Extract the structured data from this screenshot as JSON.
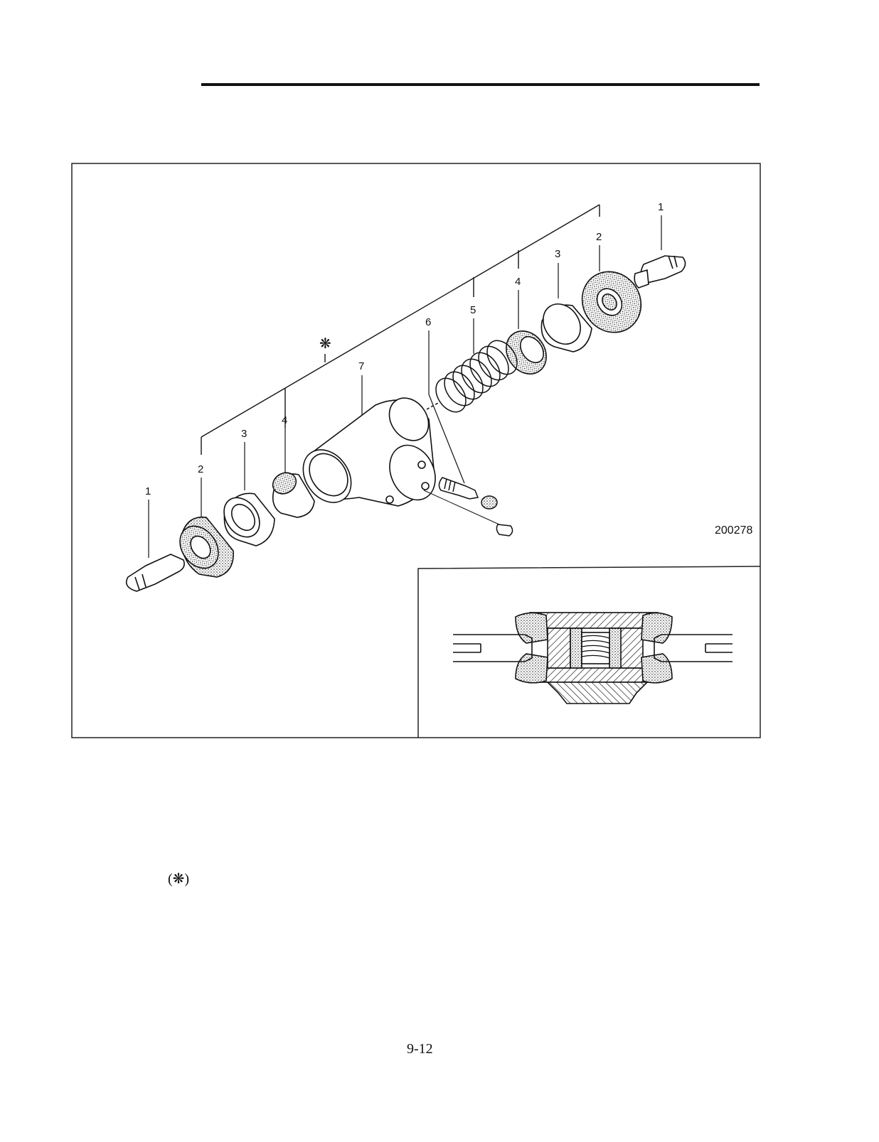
{
  "figure": {
    "id": "200278",
    "callouts": [
      "1",
      "2",
      "3",
      "4",
      "5",
      "6",
      "7",
      "1",
      "2",
      "3",
      "4"
    ],
    "assembly_marker": "❋"
  },
  "note": "(❋)",
  "page_number": "9-12"
}
